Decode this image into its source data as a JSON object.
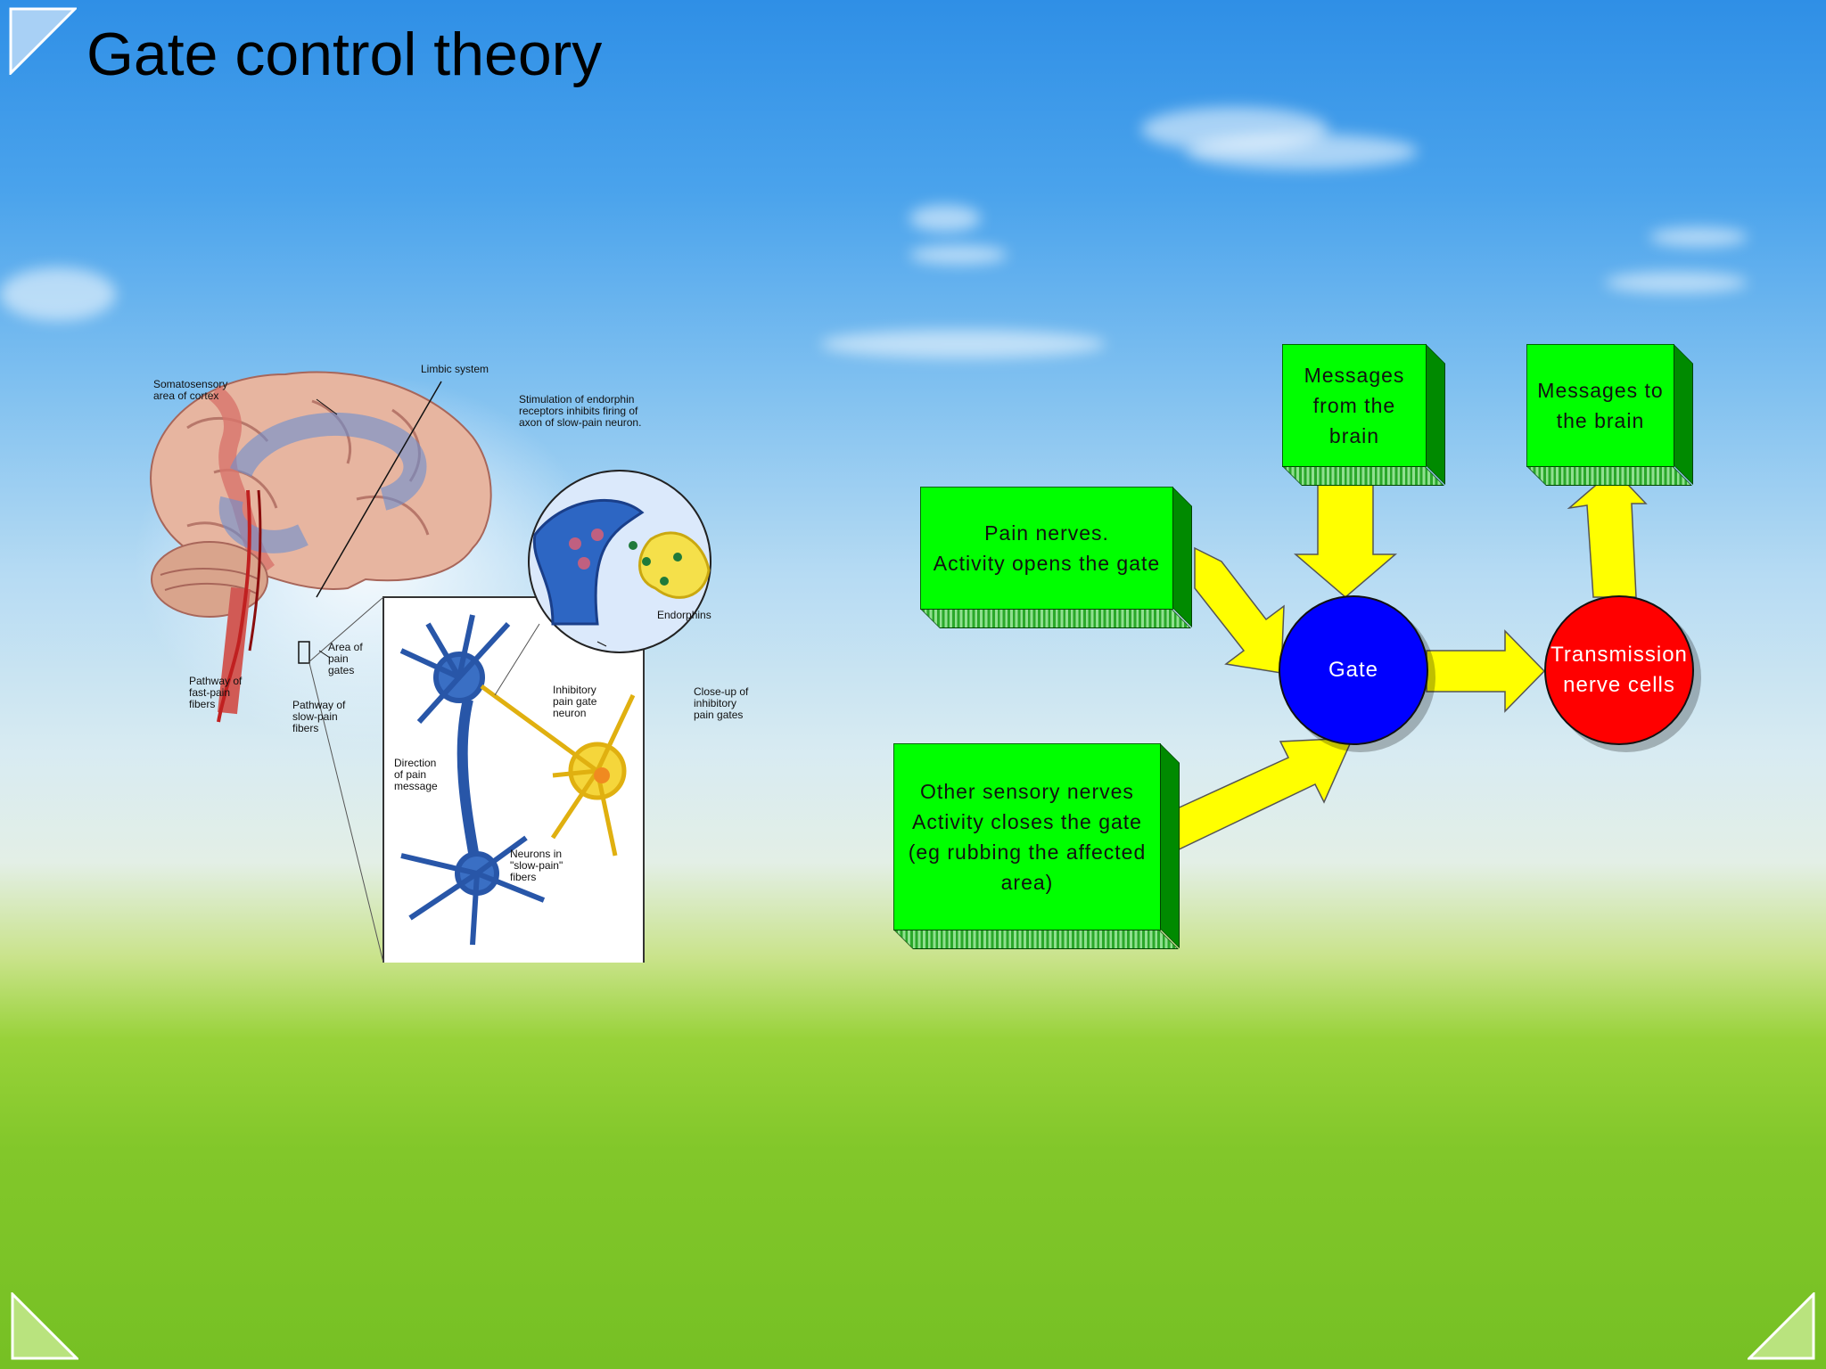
{
  "slide": {
    "title": "Gate control theory"
  },
  "illustration": {
    "labels": {
      "somatosensory": "Somatosensory\narea of cortex",
      "limbic": "Limbic system",
      "stimulation": "Stimulation of endorphin\nreceptors inhibits firing of\naxon of slow-pain neuron.",
      "endorphins": "Endorphins",
      "area_gates": "Area of\npain\ngates",
      "fast_pain": "Pathway of\nfast-pain\nfibers",
      "slow_pain": "Pathway of\nslow-pain\nfibers",
      "inhibitory": "Inhibitory\npain gate\nneuron",
      "closeup": "Close-up of\ninhibitory\npain gates",
      "direction": "Direction\nof pain\nmessage",
      "neurons_slow": "Neurons in\n\"slow-pain\"\nfibers"
    }
  },
  "diagram": {
    "pain_nerves": "Pain nerves.\nActivity opens the gate",
    "other_sensory": "Other sensory nerves\nActivity closes the gate\n(eg rubbing the affected\narea)",
    "messages_from_brain": "Messages\nfrom the\nbrain",
    "messages_to_brain": "Messages to\nthe brain",
    "gate": "Gate",
    "transmission": "Transmission\nnerve cells",
    "colors": {
      "box": "#00ff00",
      "arrow": "#ffff00",
      "gate": "#0000ff",
      "transmission": "#ff0000"
    }
  }
}
